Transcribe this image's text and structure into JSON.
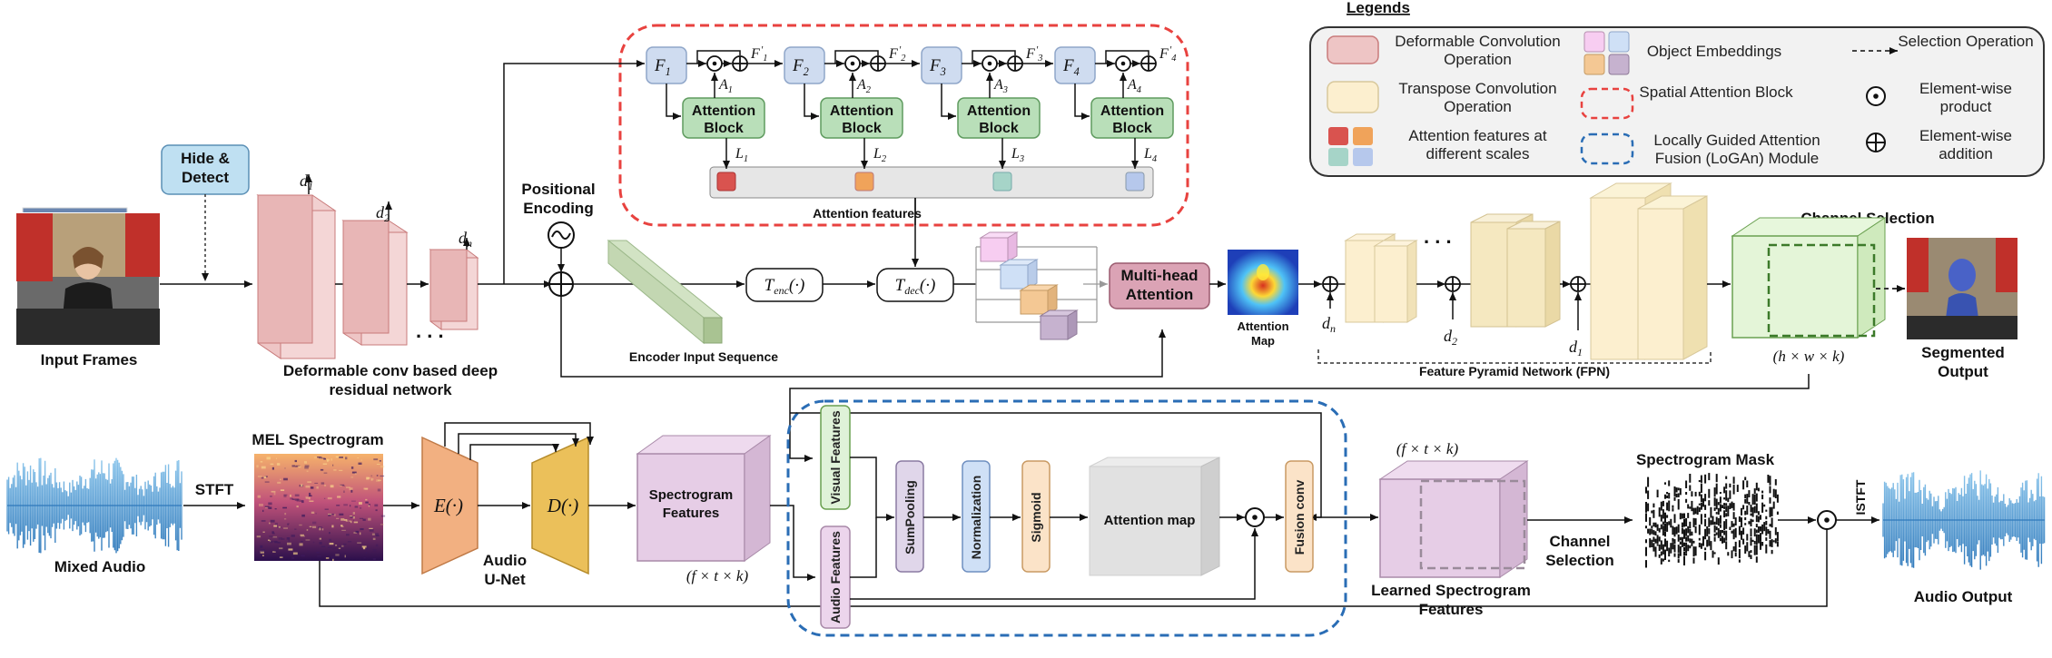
{
  "legend": {
    "title": "Legends",
    "deformable": "Deformable Convolution Operation",
    "transpose": "Transpose Convolution Operation",
    "attn_feat": "Attention features at different scales",
    "obj_emb": "Object Embeddings",
    "spatial": "Spatial Attention Block",
    "logan": "Locally Guided Attention Fusion (LoGAn) Module",
    "selection": "Selection Operation",
    "product": "Element-wise product",
    "addition": "Element-wise addition"
  },
  "video": {
    "input_frames": "Input Frames",
    "hide_detect": "Hide & Detect",
    "backbone": "Deformable conv based deep residual network",
    "d1": "d1",
    "d2": "d2",
    "dn": "dn",
    "pos_enc": "Positional Encoding",
    "encoder_seq": "Encoder Input Sequence",
    "t_enc": "Tenc(·)",
    "t_dec": "Tdec(·)",
    "mha": "Multi-head Attention",
    "attn_map": "Attention Map",
    "fpn": "Feature Pyramid Network (FPN)",
    "channel_sel": "Channel Selection",
    "dims": "(h × w × k)",
    "segmented": "Segmented Output",
    "attn_features": "Attention features",
    "attention_block": "Attention Block",
    "f_labels": [
      "F1",
      "F2",
      "F3",
      "F4"
    ],
    "fp_labels": [
      "F'1",
      "F'2",
      "F'3",
      "F'4"
    ],
    "a_labels": [
      "A1",
      "A2",
      "A3",
      "A4"
    ],
    "l_labels": [
      "L1",
      "L2",
      "L3",
      "L4"
    ]
  },
  "audio": {
    "mixed": "Mixed Audio",
    "stft": "STFT",
    "mel": "MEL Spectrogram",
    "unet": "Audio U-Net",
    "enc": "E(·)",
    "dec": "D(·)",
    "spec_feat": "Spectrogram Features",
    "spec_dims": "(f × t × k)",
    "visual_feat": "Visual Features",
    "audio_feat": "Audio Features",
    "sumpool": "SumPooling",
    "norm": "Normalization",
    "sigmoid": "Sigmoid",
    "attn_map": "Attention map",
    "fusion": "Fusion conv",
    "learned_dims": "(f × t × k)",
    "learned": "Learned Spectrogram Features",
    "channel_sel": "Channel Selection",
    "mask": "Spectrogram Mask",
    "istft": "ISTFT",
    "output": "Audio Output"
  },
  "colors": {
    "deformable": "#eec5c5",
    "transpose": "#fcefcf",
    "attn_green": "#b9dfb9",
    "f_box": "#cfdcf0",
    "spatial_border": "#e8423f",
    "logan_border": "#2a6db5",
    "spec_feat": "#e6cde6",
    "encoder": "#e5f0dc",
    "mha": "#dba3b5",
    "hide": "#bfe0f2"
  }
}
